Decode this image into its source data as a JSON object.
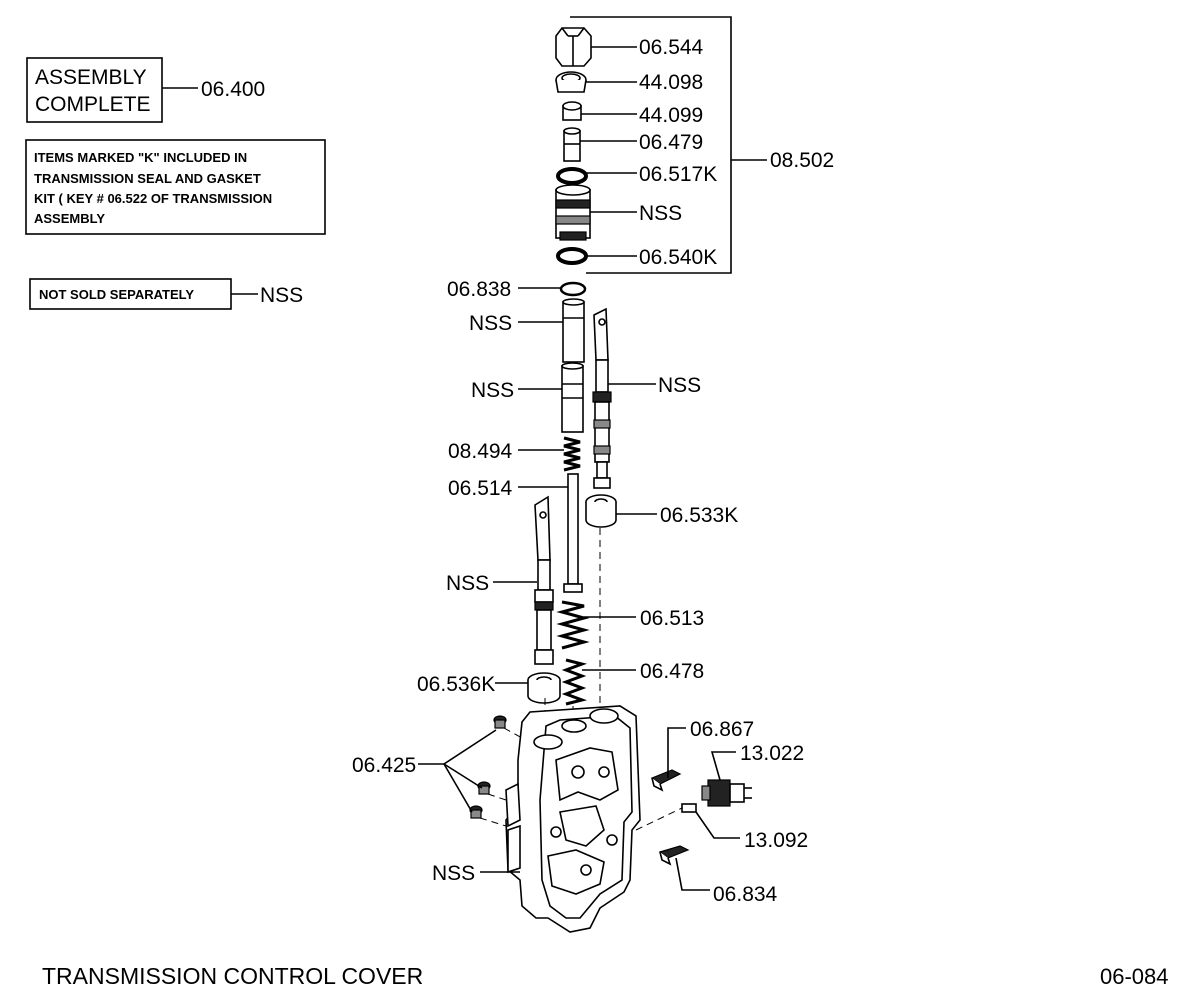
{
  "title": "TRANSMISSION  CONTROL  COVER",
  "figure_number": "06-084",
  "legend": {
    "assembly_line1": "ASSEMBLY",
    "assembly_line2": "COMPLETE",
    "assembly_part": "06.400",
    "kit_note": [
      "ITEMS  MARKED \"K\"  INCLUDED  IN",
      "TRANSMISSION  SEAL  AND  GASKET",
      "KIT  ( KEY #  06.522 OF  TRANSMISSION",
      "ASSEMBLY"
    ],
    "nss_box": "NOT  SOLD  SEPARATELY",
    "nss_label": "NSS"
  },
  "callouts": {
    "c06544": "06.544",
    "c44098": "44.098",
    "c44099": "44.099",
    "c06479": "06.479",
    "c06517k": "06.517K",
    "c_nss_top": "NSS",
    "c06540k": "06.540K",
    "c08502": "08.502",
    "c06838": "06.838",
    "c_nss_a": "NSS",
    "c_nss_b": "NSS",
    "c_nss_c": "NSS",
    "c08494": "08.494",
    "c06514": "06.514",
    "c06533k": "06.533K",
    "c_nss_d": "NSS",
    "c06513": "06.513",
    "c06478": "06.478",
    "c06536k": "06.536K",
    "c06867": "06.867",
    "c13022": "13.022",
    "c06425": "06.425",
    "c13092": "13.092",
    "c_nss_e": "NSS",
    "c06834": "06.834"
  }
}
